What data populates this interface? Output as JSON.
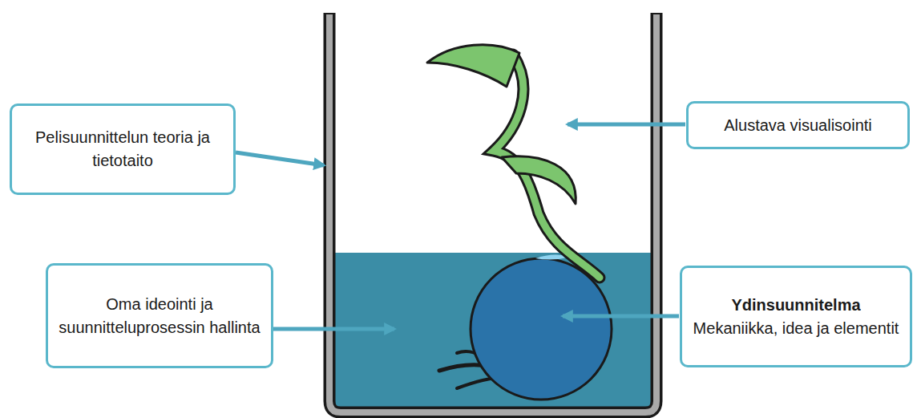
{
  "diagram": {
    "nodes": [
      {
        "text": [
          "Pelisuunnittelun teoria ja tietotaito"
        ]
      },
      {
        "text": [
          "Alustava visualisointi"
        ]
      },
      {
        "text": [
          "Oma ideointi ja suunnitteluprosessin hallinta"
        ]
      },
      {
        "text": [
          "Ydinsuunnitelma",
          "Mekaniikka, idea ja elementit"
        ]
      }
    ]
  }
}
